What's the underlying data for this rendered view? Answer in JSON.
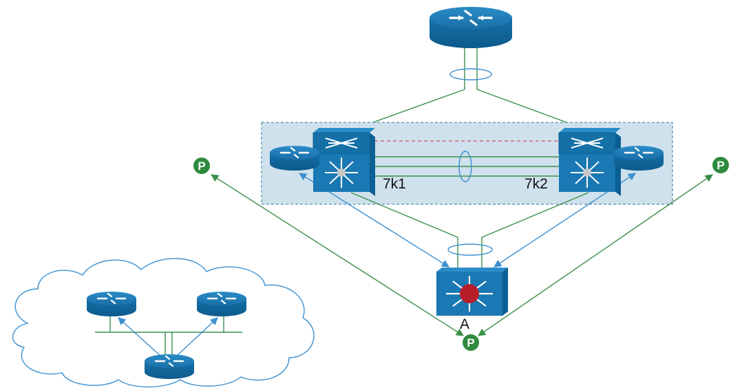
{
  "labels": {
    "switch_left": "7k1",
    "switch_right": "7k2",
    "access_switch": "A"
  },
  "peer_markers": {
    "left": "P",
    "right": "P",
    "bottom": "P"
  },
  "icons": {
    "core_router": "router-icon",
    "left_router": "router-icon",
    "right_router": "router-icon",
    "switch_left": "nexus-switch-icon",
    "switch_right": "nexus-switch-icon",
    "access_switch": "layer3-switch-icon",
    "cloud": "cloud-icon",
    "cloud_router_left": "router-icon",
    "cloud_router_right": "router-icon",
    "cloud_router_bottom": "router-icon"
  },
  "colors": {
    "device_blue": "#1a78b4",
    "device_dark": "#0b5f94",
    "link_green": "#3a8f4a",
    "link_blue": "#3b8fd0",
    "peer_link_red": "#d05050",
    "vdc_box_fill": "#cfe1ec",
    "vdc_box_border": "#5a8fb0",
    "peer_marker_green": "#2e8b3e",
    "access_center_red": "#b81e2a"
  }
}
